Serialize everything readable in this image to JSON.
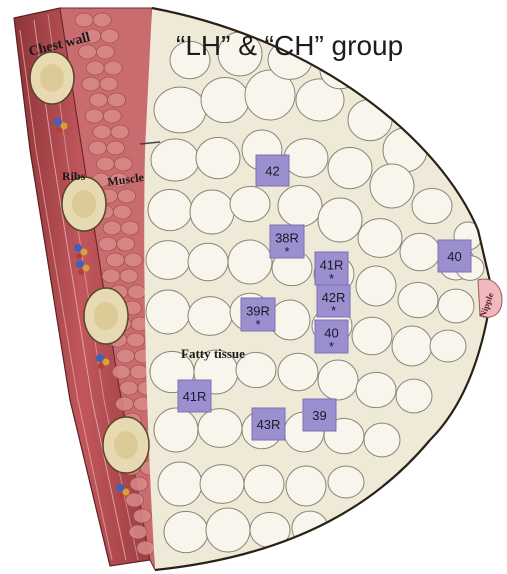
{
  "title": "“LH” & “CH” group",
  "labels": {
    "chest_wall": "Chest wall",
    "ribs": "Ribs",
    "muscle": "Muscle",
    "fatty_tissue": "Fatty tissue",
    "nipple": "Nipple"
  },
  "markers": [
    {
      "id": "42",
      "label": "42",
      "star": false
    },
    {
      "id": "40a",
      "label": "40",
      "star": false
    },
    {
      "id": "38R",
      "label": "38R",
      "star": true
    },
    {
      "id": "41Ra",
      "label": "41R",
      "star": true
    },
    {
      "id": "42R",
      "label": "42R",
      "star": true
    },
    {
      "id": "39R",
      "label": "39R",
      "star": true
    },
    {
      "id": "40b",
      "label": "40",
      "star": true
    },
    {
      "id": "41Rb",
      "label": "41R",
      "star": false
    },
    {
      "id": "43R",
      "label": "43R",
      "star": false
    },
    {
      "id": "39",
      "label": "39",
      "star": false
    }
  ],
  "star_symbol": "*",
  "colors": {
    "marker": "#9b8fcf",
    "marker_border": "#7b70b2",
    "muscle": "#b8545a",
    "muscle_light": "#d98a8a",
    "fat_fill": "#f8f5ec",
    "fat_stroke": "#8b8578",
    "skin": "#2a2117",
    "bone": "#e7d9b2",
    "nipple": "#f0b9bd"
  }
}
